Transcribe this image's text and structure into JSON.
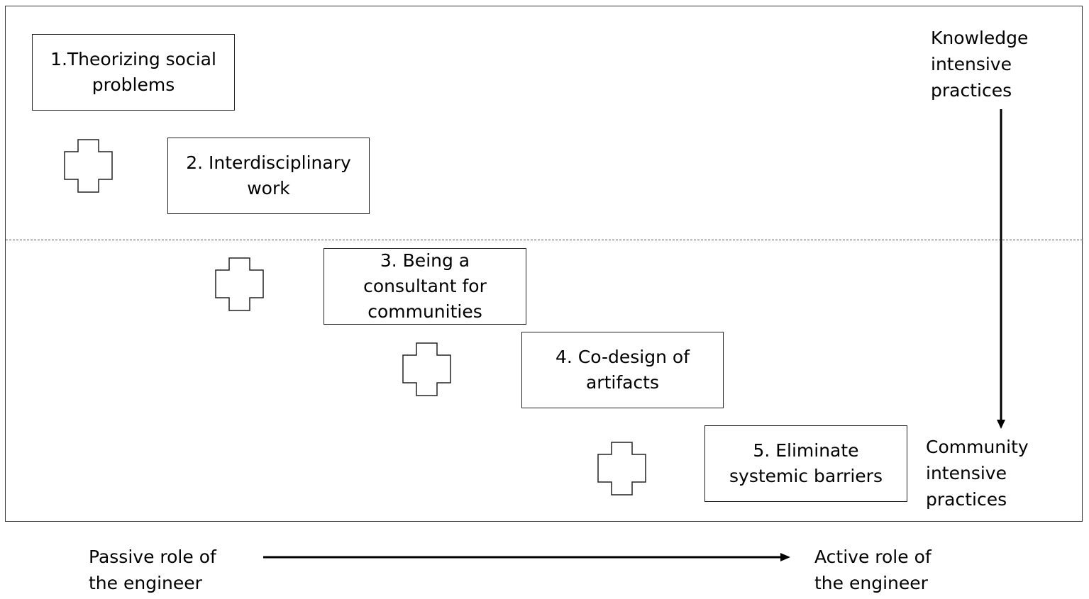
{
  "stages": [
    {
      "lines": [
        "1.Theorizing social",
        "problems"
      ]
    },
    {
      "lines": [
        "2. Interdisciplinary",
        "work"
      ]
    },
    {
      "lines": [
        "3. Being a",
        "consultant for",
        "communities"
      ]
    },
    {
      "lines": [
        "4. Co-design of",
        "artifacts"
      ]
    },
    {
      "lines": [
        "5. Eliminate",
        "systemic barriers"
      ]
    }
  ],
  "vertical_axis": {
    "top_label": [
      "Knowledge",
      "intensive",
      "practices"
    ],
    "bottom_label": [
      "Community",
      "intensive",
      "practices"
    ]
  },
  "horizontal_axis": {
    "left_label": [
      "Passive role of",
      "the engineer"
    ],
    "right_label": [
      "Active role of",
      "the engineer"
    ]
  },
  "connector_icon": "plus-icon"
}
